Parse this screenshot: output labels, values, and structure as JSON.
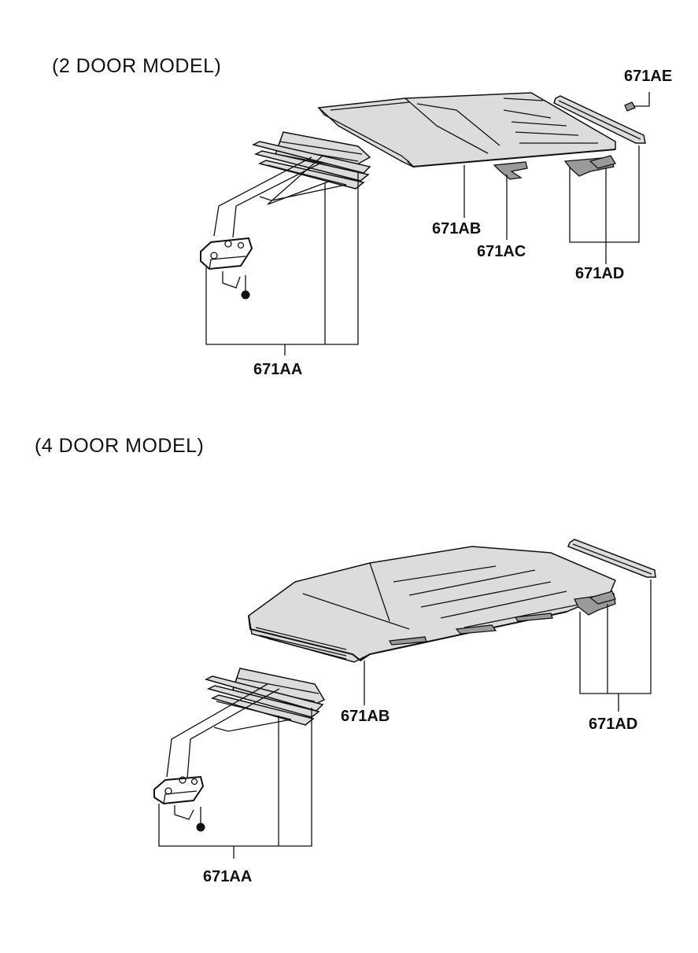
{
  "sections": [
    {
      "heading": "(2 DOOR MODEL)",
      "callouts": [
        "671AE",
        "671AB",
        "671AC",
        "671AD",
        "671AA"
      ]
    },
    {
      "heading": "(4 DOOR MODEL)",
      "callouts": [
        "671AB",
        "671AD",
        "671AA"
      ]
    }
  ]
}
